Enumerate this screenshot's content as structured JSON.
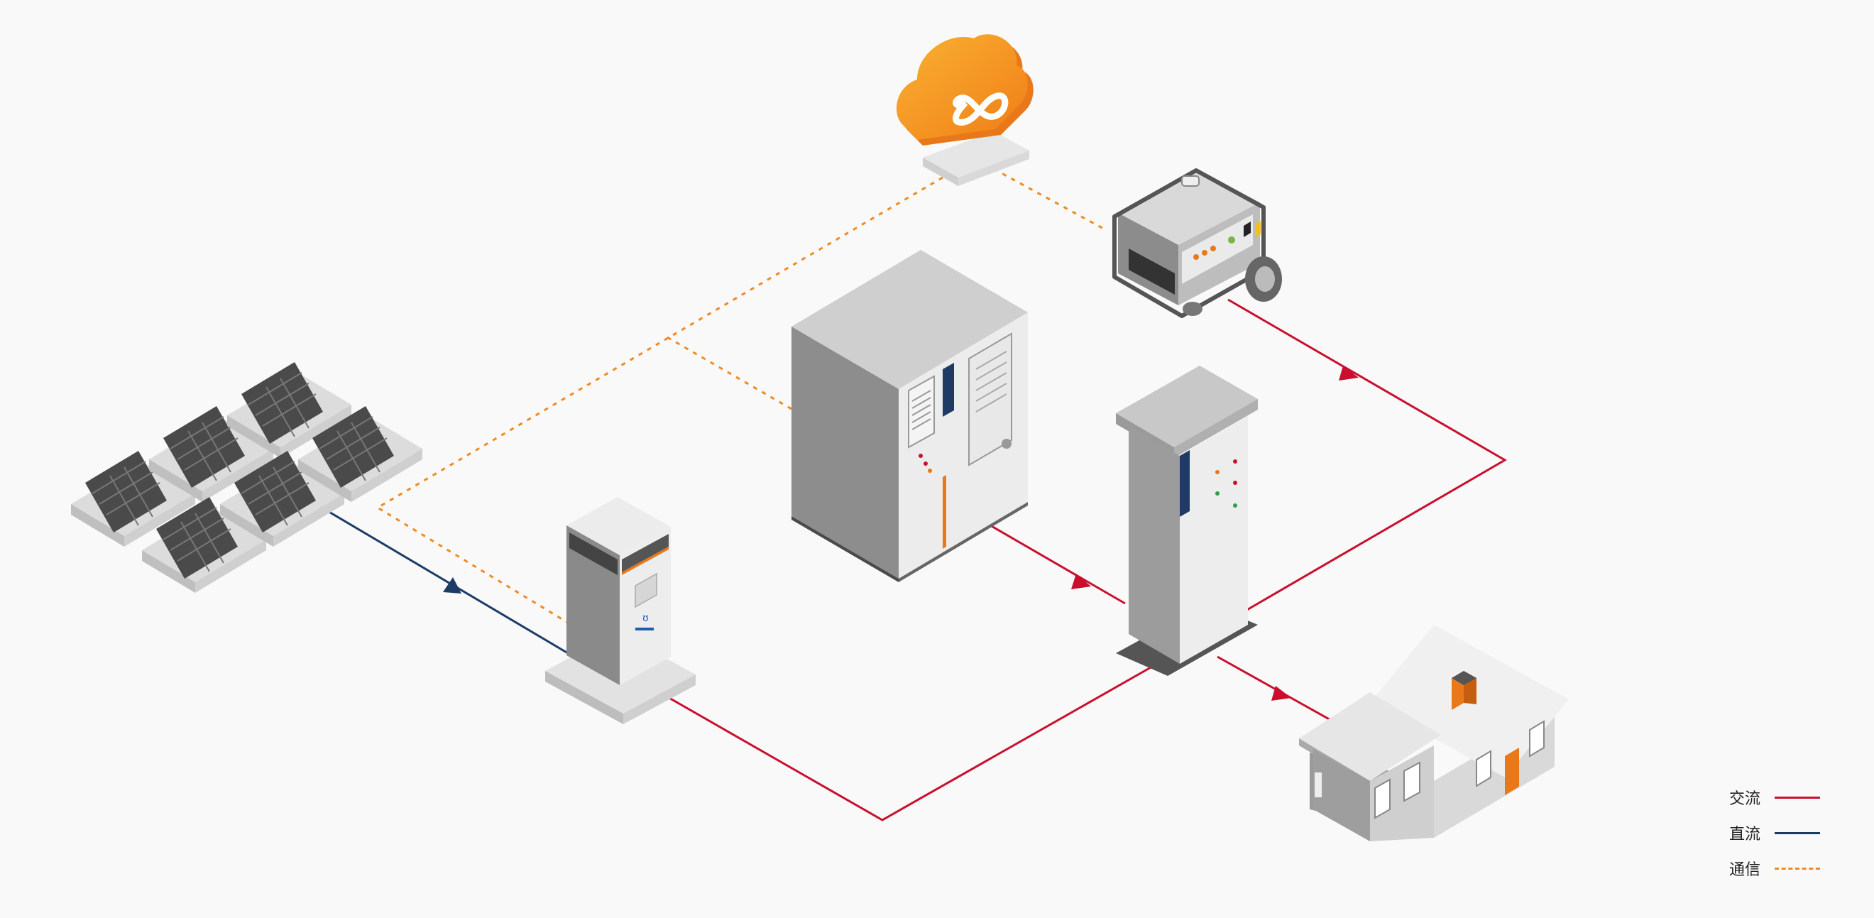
{
  "colors": {
    "ac": "#c8102e",
    "dc": "#1c3c66",
    "comm": "#f08a24",
    "background": "#f9f9f9"
  },
  "components": [
    {
      "id": "cloud-platform",
      "icon": "cloud-infinity-icon"
    },
    {
      "id": "diesel-generator",
      "icon": "generator-icon"
    },
    {
      "id": "solar-array",
      "icon": "solar-panel-icon"
    },
    {
      "id": "pv-inverter-cabinet",
      "icon": "inverter-cabinet-icon"
    },
    {
      "id": "energy-storage-cabinet",
      "icon": "battery-cabinet-icon"
    },
    {
      "id": "distribution-cabinet",
      "icon": "switchgear-cabinet-icon"
    },
    {
      "id": "house-load",
      "icon": "house-icon"
    }
  ],
  "legend": [
    {
      "label": "交流",
      "style": "ac"
    },
    {
      "label": "直流",
      "style": "dc"
    },
    {
      "label": "通信",
      "style": "comm"
    }
  ]
}
